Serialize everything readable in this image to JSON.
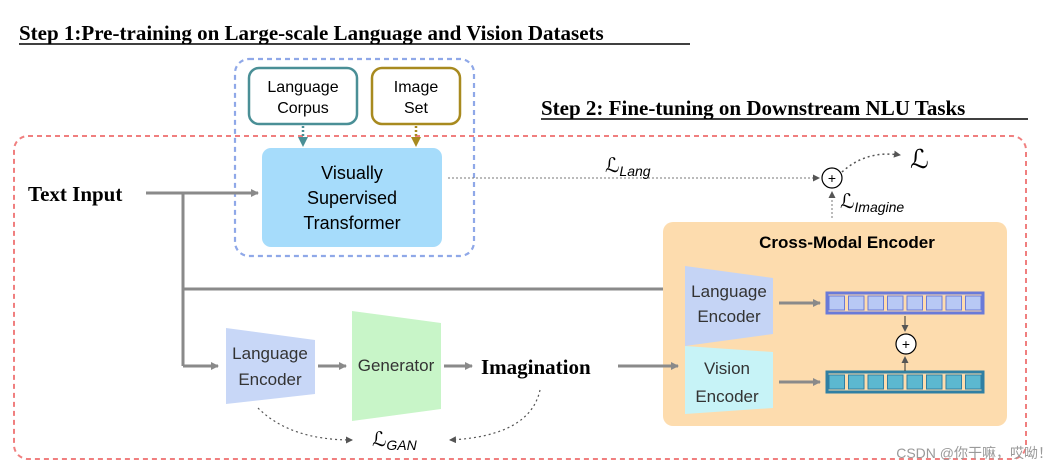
{
  "step1_title": "Step 1:Pre-training on Large-scale Language and Vision Datasets",
  "step2_title": "Step 2: Fine-tuning on Downstream NLU Tasks",
  "language_corpus": [
    "Language",
    "Corpus"
  ],
  "image_set": [
    "Image",
    "Set"
  ],
  "vst": [
    "Visually",
    "Supervised",
    "Transformer"
  ],
  "text_input": "Text Input",
  "cross_modal_title": "Cross-Modal Encoder",
  "cm_language_encoder": [
    "Language",
    "Encoder"
  ],
  "cm_vision_encoder": [
    "Vision",
    "Encoder"
  ],
  "bottom_language_encoder": [
    "Language",
    "Encoder"
  ],
  "generator": "Generator",
  "imagination": "Imagination",
  "loss_lang": {
    "symbol": "ℒ",
    "sub": "Lang"
  },
  "loss_imagine": {
    "symbol": "ℒ",
    "sub": "Imagine"
  },
  "loss_gan": {
    "symbol": "ℒ",
    "sub": "GAN"
  },
  "loss_total": "ℒ",
  "plus_symbol": "+",
  "watermark": "CSDN @你干嘛，哎呦！",
  "colors": {
    "step1_border": "#8fa8e8",
    "step2_border": "#f07f7f",
    "corpus_border": "#4a8f96",
    "image_border": "#a88a1f",
    "vst_fill": "#a6dcfb",
    "cross_modal_fill": "#fddcae",
    "cm_lang_enc_fill": "#c5d4f5",
    "cm_vis_enc_fill": "#c7f3f7",
    "bottom_lang_enc_fill": "#c8d7f7",
    "generator_fill": "#c8f5c8",
    "lang_token_fill": "#b8c9f5",
    "lang_token_border": "#6a7ad8",
    "vis_token_fill": "#5cb8d0",
    "vis_token_border": "#2f7fa3",
    "arrow_gray": "#8a8a8a"
  }
}
